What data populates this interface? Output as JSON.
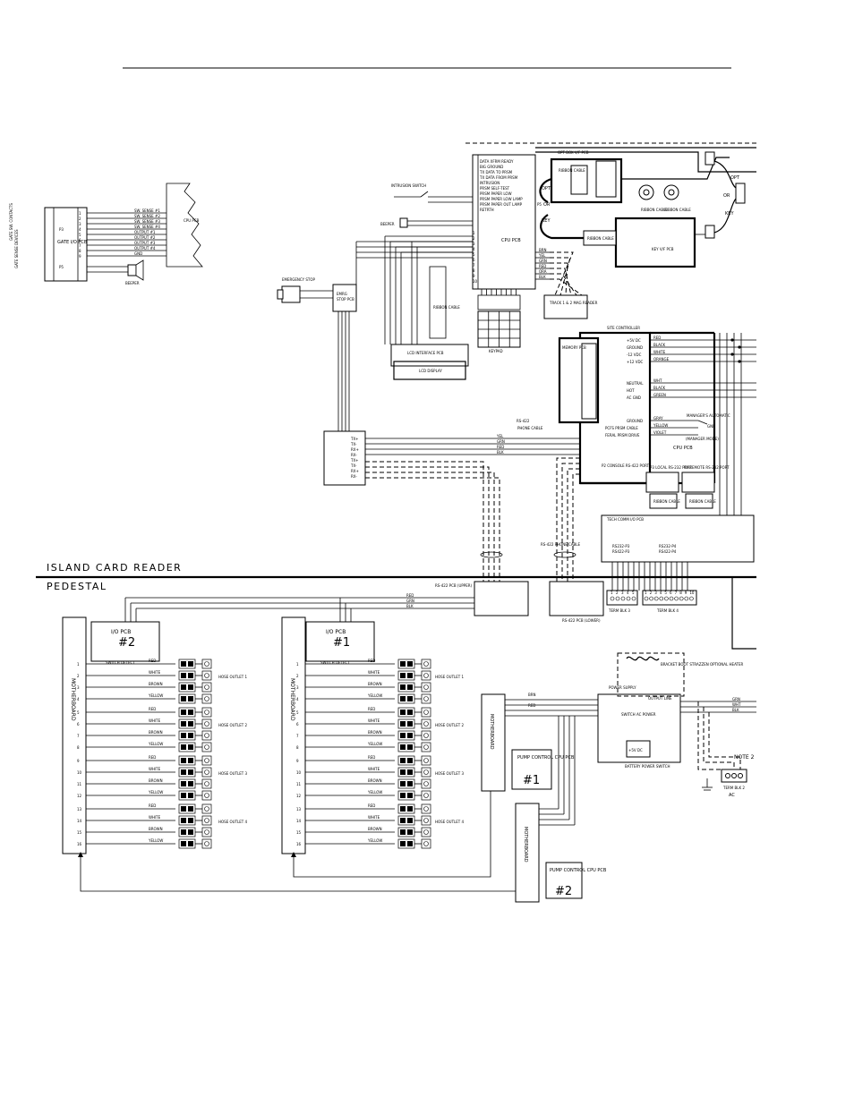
{
  "labels": {
    "island_card_reader": "ISLAND CARD READER",
    "pedestal": "PEDESTAL",
    "cpu_pcb": "CPU PCB",
    "gate_io_pcb": "GATE I/O PCB",
    "beeper": "BEEPER",
    "intrusion_switch": "INTRUSION SWITCH",
    "emergency_stop": "EMERGENCY STOP",
    "ribbon_cable": "RIBBON CABLE",
    "lcd_interface_pcb": "LCD INTERFACE PCB",
    "lcd_display": "LCD DISPLAY",
    "keypad": "KEYPAD",
    "opt_box_vf_pcb": "OPT BOX V/F PCB",
    "key_vf_pcb": "KEY V/F PCB",
    "opt": "OPT",
    "key": "KEY",
    "or": "OR",
    "track_mag_reader": "TRACK 1 & 2 MAG READER",
    "site_controller": "SITE CONTROLLER",
    "memory_pcb": "MEMORY PCB",
    "rs422": "RS-422",
    "phone_cable": "PHONE CABLE",
    "rs422_phone_cable": "RS-422 PHONE CABLE",
    "tech_comm_io_pcb": "TECH COMM I/O PCB",
    "term_blk_3": "TERM BLK 3",
    "term_blk_4": "TERM BLK 4",
    "rs422_pcb_upper": "RS-422 PCB (UPPER)",
    "rs422_pcb_lower": "RS-422 PCB (LOWER)",
    "local_port": "P3 LOCAL RS-232 PORT",
    "remote_port": "P4 REMOTE RS-232 PORT",
    "console_port": "P2 CONSOLE RS-422 PORT",
    "io_pcb": "I/O PCB",
    "io_1": "#1",
    "io_2": "#2",
    "switch_detect": "SWITCH DETECT",
    "motherboard": "MOTHERBOARD",
    "pump_control_1": "PUMP CONTROL CPU PCB",
    "pump_control_2": "PUMP CONTROL CPU PCB",
    "power_supply": "POWER SUPPLY",
    "output_line": "OUTPUT LINE",
    "switch_ac_power": "SWITCH AC POWER",
    "battery_power_switch": "BATTERY POWER SWITCH",
    "bracket": "BRACKET BOOT STRAZZEN OPTIONAL HEATER",
    "note2": "NOTE 2",
    "ac": "AC",
    "term_blk_2": "TERM BLK 2",
    "dc_5v": "+5V DC",
    "dc_12v": "+12 VDC",
    "ground": "GROUND",
    "dc_m12v": "-12 VDC",
    "neutral": "NEUTRAL",
    "hot": "HOT",
    "ac_gnd": "AC GND",
    "pcfs_prsm": "PCFS PRSM CABLE",
    "feral_prsm": "FERAL PRSM DRIVE",
    "wrap_auto": "MANAGER'S AUTOMATIC",
    "manager_mode": "(MANAGER MODE)"
  },
  "wire_colors": [
    "RED",
    "WHITE",
    "BROWN",
    "YELLOW"
  ],
  "hose_outlets": [
    "HOSE OUTLET 1",
    "HOSE OUTLET 2",
    "HOSE OUTLET 3",
    "HOSE OUTLET 4"
  ],
  "cpu_pins": [
    "DATA XFRM READY",
    "BIG GROUND",
    "TX DATA TO PRSM",
    "TX DATA FROM PRSM",
    "INTRUSION",
    "PRSM SELF-TEST",
    "PRSM PAPER LOW",
    "PRSM PAPER LOW LAMP",
    "PRSM PAPER OUT LAMP",
    "RETRTH"
  ],
  "gate_pins": [
    "SW. SENSE #1",
    "SW. SENSE #2",
    "SW. SENSE #3",
    "SW. SENSE #4",
    "OUTPUT #1",
    "OUTPUT #2",
    "OUTPUT #3",
    "OUTPUT #4",
    "GND"
  ],
  "power_lines": [
    "RED",
    "BLACK",
    "WHITE",
    "ORANGE"
  ],
  "ac_lines": [
    "WHT",
    "BLACK",
    "GREEN"
  ],
  "rs422_lines": [
    "YEL",
    "GRN",
    "RED",
    "BLK"
  ],
  "mag_wires": [
    "BRN",
    "YEL",
    "GRN",
    "RED",
    "ORA",
    "BLK"
  ],
  "term_nums": [
    "1",
    "2",
    "3",
    "4",
    "5"
  ],
  "term_nums10": [
    "1",
    "2",
    "3",
    "4",
    "5",
    "6",
    "7",
    "8",
    "9",
    "10"
  ]
}
